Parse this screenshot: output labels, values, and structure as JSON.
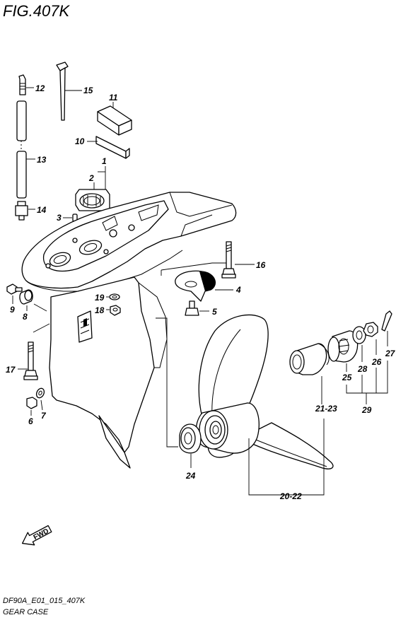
{
  "figure": {
    "title": "FIG.407K",
    "code": "DF90A_E01_015_407K",
    "subtitle": "GEAR CASE",
    "fwd_label": "FWD"
  },
  "callouts": {
    "c1": "1",
    "c2": "2",
    "c3": "3",
    "c4": "4",
    "c5": "5",
    "c6": "6",
    "c7": "7",
    "c8": "8",
    "c9": "9",
    "c10": "10",
    "c11": "11",
    "c12": "12",
    "c13": "13",
    "c14": "14",
    "c15": "15",
    "c16": "16",
    "c17": "17",
    "c18": "18",
    "c19": "19",
    "c20_22": "20-22",
    "c21_23": "21-23",
    "c24": "24",
    "c25": "25",
    "c26": "26",
    "c27": "27",
    "c28": "28",
    "c29": "29"
  }
}
